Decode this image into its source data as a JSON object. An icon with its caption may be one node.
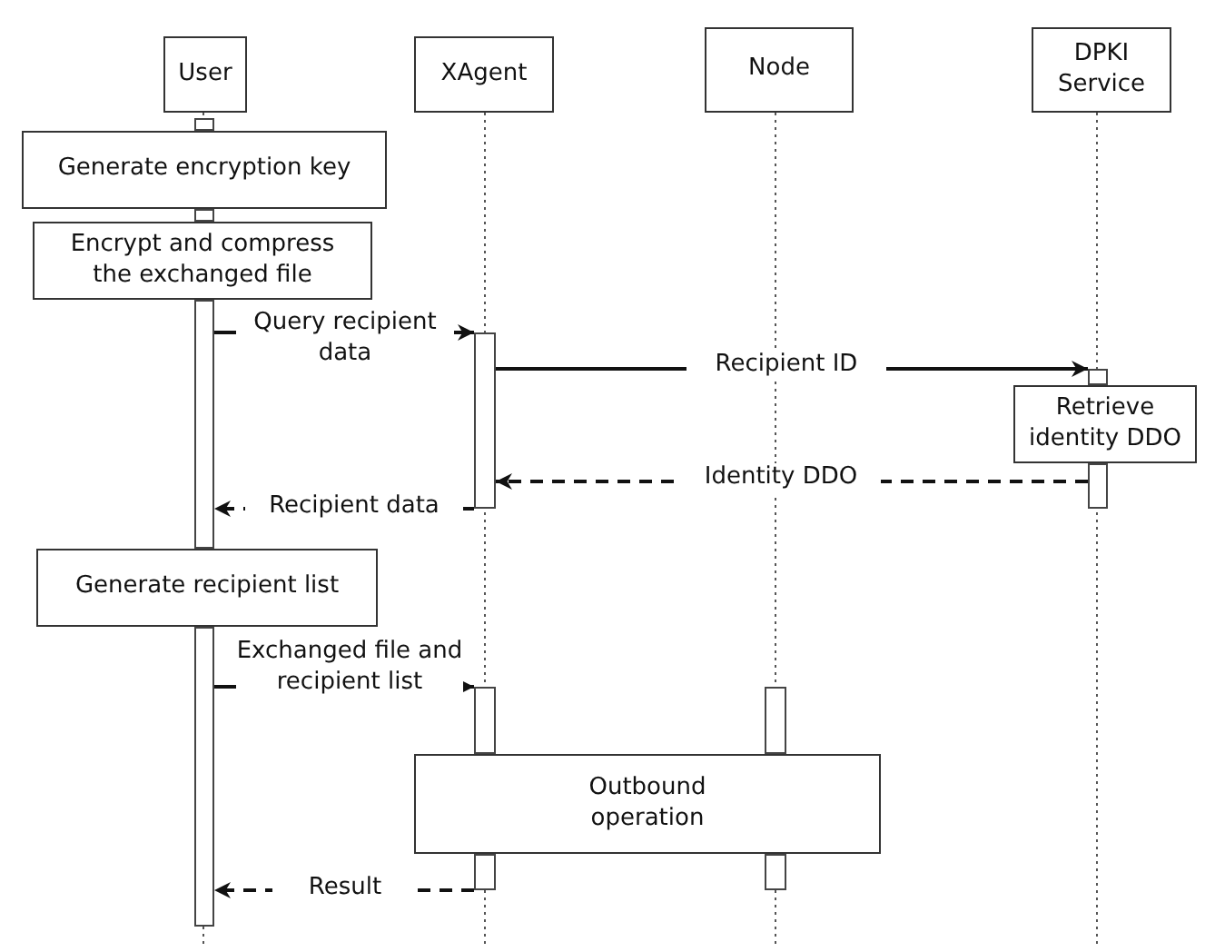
{
  "diagram": {
    "nodes": [
      {
        "text": [
          "User"
        ]
      },
      {
        "text": [
          "XAgent"
        ]
      },
      {
        "text": [
          "Node"
        ]
      },
      {
        "text": [
          "DPKI Service"
        ]
      },
      {
        "text": [],
        "shape": "bar"
      },
      {
        "text": [
          "Generate encryption key"
        ]
      },
      {
        "text": [],
        "shape": "bar"
      },
      {
        "text": [
          "Encrypt and compress the exchanged file"
        ]
      },
      {
        "text": [],
        "shape": "bar"
      },
      {
        "text": [],
        "shape": "bar"
      },
      {
        "text": [],
        "shape": "bar"
      },
      {
        "text": [
          "Retrieve identity DDO"
        ]
      },
      {
        "text": [],
        "shape": "bar"
      },
      {
        "text": [
          "Generate recipient list"
        ]
      },
      {
        "text": [],
        "shape": "bar"
      },
      {
        "text": [],
        "shape": "bar"
      },
      {
        "text": [],
        "shape": "bar"
      },
      {
        "text": [
          "Outbound operation"
        ]
      },
      {
        "text": [],
        "shape": "bar"
      },
      {
        "text": [],
        "shape": "bar"
      }
    ],
    "edges": [
      {
        "from": 8,
        "to": 9,
        "arrow": "to",
        "label": "Query recipient data"
      },
      {
        "from": 9,
        "to": 10,
        "arrow": "to",
        "label": "Recipient ID"
      },
      {
        "from": 12,
        "to": 9,
        "arrow": "to",
        "label": "Identity DDO",
        "style": "dashed"
      },
      {
        "from": 9,
        "to": 8,
        "arrow": "to",
        "label": "Recipient data",
        "style": "dashed"
      },
      {
        "from": 14,
        "to": 15,
        "arrow": "to",
        "label": "Exchanged file and recipient list"
      },
      {
        "from": 18,
        "to": 14,
        "arrow": "to",
        "label": "Result",
        "style": "dashed"
      }
    ]
  }
}
